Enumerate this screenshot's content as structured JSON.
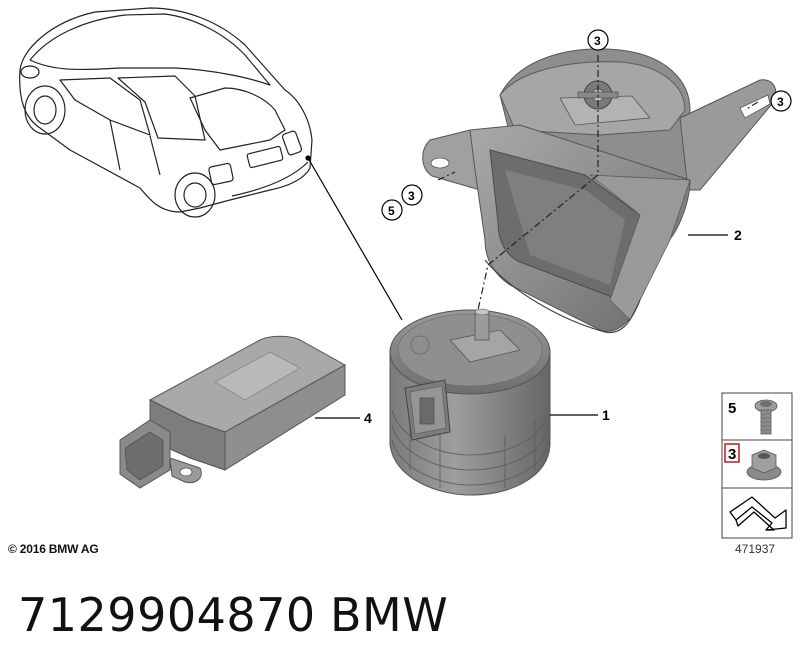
{
  "callouts": {
    "siren": "1",
    "bracket": "2",
    "nut": "3",
    "control_unit": "4",
    "screw": "5"
  },
  "legend": {
    "screw_label": "5",
    "nut_label": "3"
  },
  "footer": {
    "copyright": "© 2016 BMW AG",
    "diagram_number": "471937",
    "part_number": "7129904870",
    "brand": "BMW"
  },
  "colors": {
    "part_fill": "#8a8a8a",
    "part_dark": "#5e5e5e",
    "part_light": "#b5b5b5",
    "highlight_box": "#d0121b",
    "line": "#000000"
  }
}
